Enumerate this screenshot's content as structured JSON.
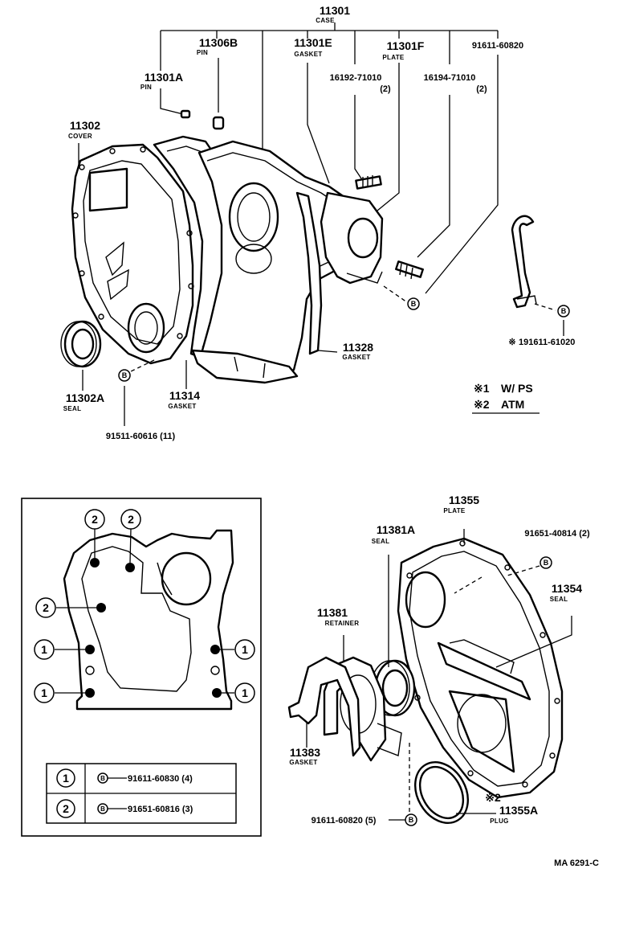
{
  "callouts": {
    "case": {
      "number": "11301",
      "name": "CASE"
    },
    "pin_b": {
      "number": "11306B",
      "name": "PIN"
    },
    "gasket_e": {
      "number": "11301E",
      "name": "GASKET"
    },
    "plate_f": {
      "number": "11301F",
      "name": "PLATE"
    },
    "bolt_top": {
      "number": "91611-60820"
    },
    "pin_a": {
      "number": "11301A",
      "name": "PIN"
    },
    "stud_1": {
      "number": "16192-71010",
      "qty": "(2)"
    },
    "stud_2": {
      "number": "16194-71010",
      "qty": "(2)"
    },
    "cover": {
      "number": "11302",
      "name": "COVER"
    },
    "gasket_11328": {
      "number": "11328",
      "name": "GASKET"
    },
    "bolt_ps": {
      "number": "191611-61020",
      "mark": "※"
    },
    "seal_a": {
      "number": "11302A",
      "name": "SEAL"
    },
    "gasket_11314": {
      "number": "11314",
      "name": "GASKET"
    },
    "bolt_cover": {
      "number": "91511-60616 (11)"
    },
    "plate_11355": {
      "number": "11355",
      "name": "PLATE"
    },
    "seal_11381a": {
      "number": "11381A",
      "name": "SEAL"
    },
    "bolt_plate": {
      "number": "91651-40814 (2)"
    },
    "seal_11354": {
      "number": "11354",
      "name": "SEAL"
    },
    "retainer": {
      "number": "11381",
      "name": "RETAINER"
    },
    "gasket_11383": {
      "number": "11383",
      "name": "GASKET"
    },
    "plug_mark": {
      "text": "※2"
    },
    "plug": {
      "number": "11355A",
      "name": "PLUG"
    },
    "bolt_retainer": {
      "number": "91611-60820 (5)"
    }
  },
  "notes": [
    {
      "mark": "※1",
      "text": "W/ PS"
    },
    {
      "mark": "※2",
      "text": "ATM"
    }
  ],
  "bolt_marker": "B",
  "legend": {
    "rows": [
      {
        "key": "1",
        "value": "91611-60830 (4)"
      },
      {
        "key": "2",
        "value": "91651-60816 (3)"
      }
    ]
  },
  "inset_labels": [
    "2",
    "2",
    "2",
    "1",
    "1",
    "1",
    "1"
  ],
  "code": "MA  6291-C"
}
